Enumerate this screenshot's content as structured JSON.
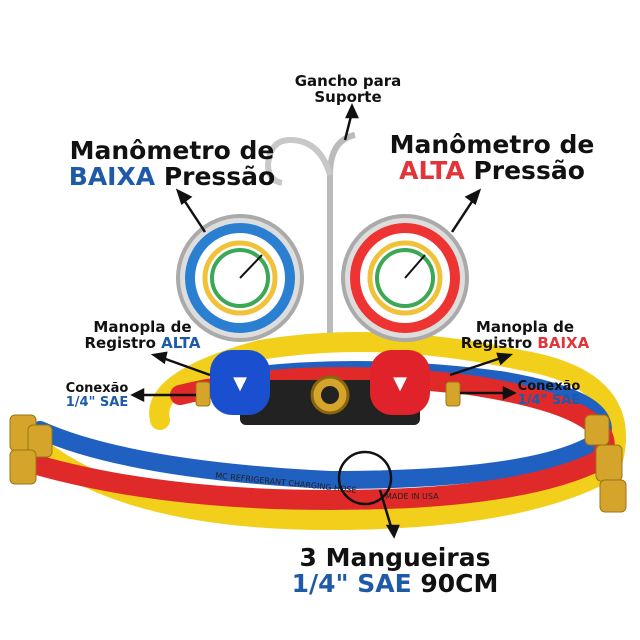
{
  "hook_label": {
    "line1": "Gancho para",
    "line2": "Suporte"
  },
  "low_gauge_label": {
    "line1": "Manômetro de",
    "accent": "BAIXA",
    "rest": "Pressão"
  },
  "high_gauge_label": {
    "line1": "Manômetro de",
    "accent": "ALTA",
    "rest": "Pressão"
  },
  "left_knob_label": {
    "line1": "Manopla de",
    "line2": "Registro",
    "accent": "ALTA"
  },
  "right_knob_label": {
    "line1": "Manopla de",
    "line2": "Registro",
    "accent": "BAIXA"
  },
  "left_connection": {
    "line1": "Conexão",
    "line2": "1/4\" SAE"
  },
  "right_connection": {
    "line1": "Conexão",
    "line2": "1/4\" SAE"
  },
  "hoses_label": {
    "line1": "3 Mangueiras",
    "accent": "1/4\" SAE",
    "rest": "90CM"
  },
  "hose_print": {
    "red": "MC REFRIGERANT CHARGING HOSE",
    "made": "MADE IN USA"
  },
  "colors": {
    "blue": "#1e5aa8",
    "red": "#e0353a",
    "yellow": "#f2cf1a",
    "brass": "#d4a52a"
  }
}
